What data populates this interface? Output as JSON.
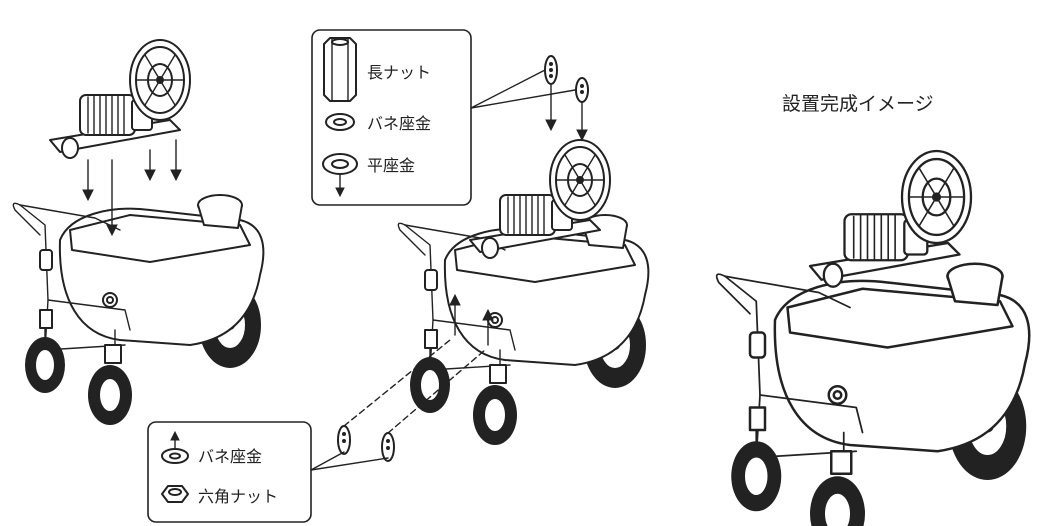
{
  "title": "設置完成イメージ",
  "top_legend": {
    "items": [
      {
        "label": "長ナット"
      },
      {
        "label": "バネ座金"
      },
      {
        "label": "平座金"
      }
    ]
  },
  "bottom_legend": {
    "items": [
      {
        "label": "バネ座金"
      },
      {
        "label": "六角ナット"
      }
    ]
  }
}
